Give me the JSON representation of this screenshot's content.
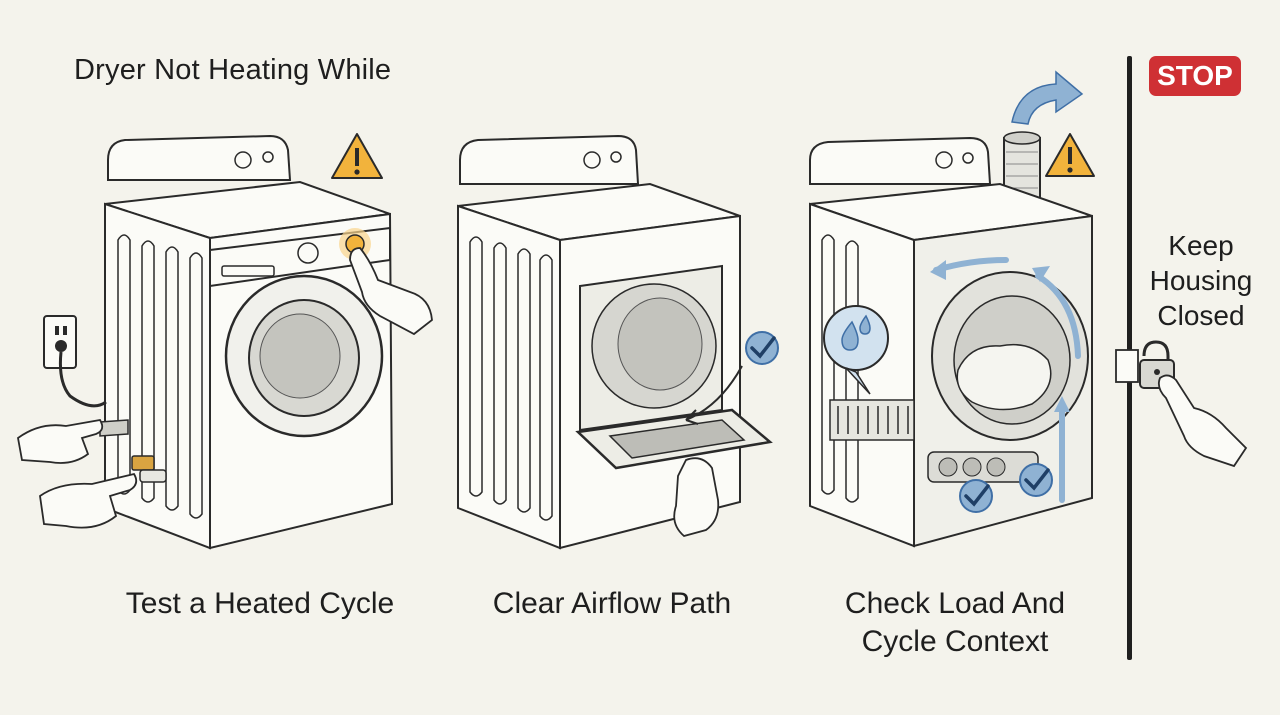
{
  "title": "Dryer Not Heating While",
  "panels": [
    {
      "caption": "Test a Heated Cycle",
      "icons": [
        "warning-icon",
        "wall-outlet-icon",
        "gas-valve-icon",
        "hand-icon"
      ]
    },
    {
      "caption": "Clear Airflow Path",
      "icons": [
        "check-icon",
        "lint-filter-icon",
        "hand-icon"
      ]
    },
    {
      "caption_line1": "Check Load And",
      "caption_line2": "Cycle Context",
      "icons": [
        "warning-icon",
        "vent-duct-icon",
        "airflow-arrow-icon",
        "moisture-icon",
        "check-icon"
      ]
    }
  ],
  "stop": {
    "badge": "STOP",
    "line1": "Keep",
    "line2": "Housing",
    "line3": "Closed",
    "icons": [
      "padlock-icon",
      "hand-icon"
    ]
  },
  "colors": {
    "background": "#f4f3ec",
    "stop": "#cf3034",
    "warning": "#f2b33c",
    "check": "#3f6fa6",
    "airflow": "#8fb2d3",
    "line": "#2a2a2a"
  }
}
